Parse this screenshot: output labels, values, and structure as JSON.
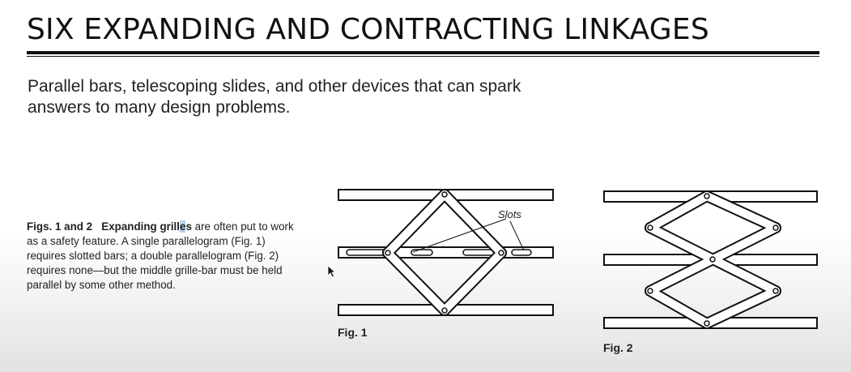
{
  "title": "SIX EXPANDING AND CONTRACTING LINKAGES",
  "subtitle": "Parallel bars, telescoping slides, and other devices that can spark answers to many design problems.",
  "caption": {
    "figs": "Figs. 1 and 2",
    "heading_pre": "Expanding grill",
    "heading_hl": "e",
    "heading_post": "s",
    "body": " are often put to work as a safety feature. A single parallelogram (Fig. 1) requires slotted bars; a double parallelogram (Fig. 2) requires none—but the middle grille-bar must be held parallel by some other method."
  },
  "figures": {
    "fig1_label": "Fig. 1",
    "fig2_label": "Fig. 2",
    "slots_label": "Slots"
  }
}
